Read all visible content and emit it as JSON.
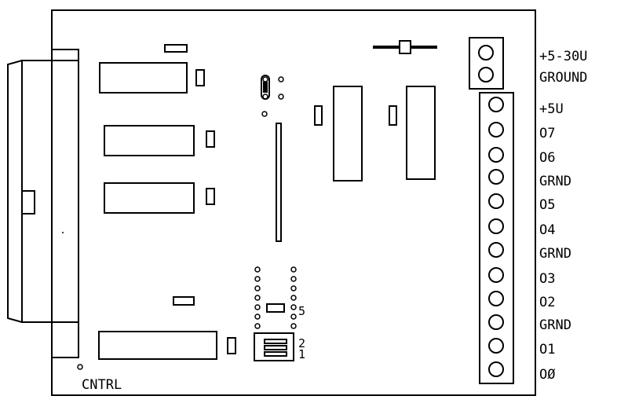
{
  "board": {
    "power_terminal": {
      "labels": [
        "+5-30U",
        "GROUND"
      ]
    },
    "io_terminal": {
      "labels": [
        "+5U",
        "O7",
        "O6",
        "GRND",
        "O5",
        "O4",
        "GRND",
        "O3",
        "O2",
        "GRND",
        "O1",
        "OØ"
      ]
    },
    "dip_switch": {
      "labels": [
        "5",
        "2",
        "1"
      ]
    },
    "control_label": "CNTRL"
  }
}
